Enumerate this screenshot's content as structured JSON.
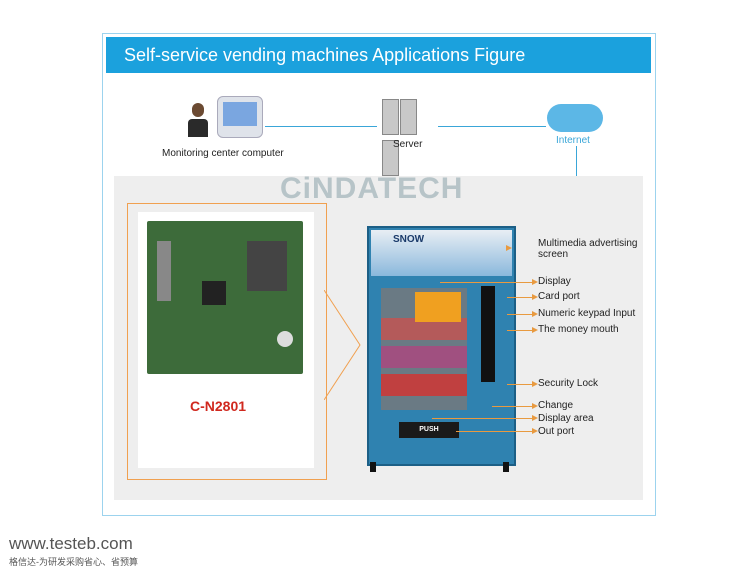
{
  "title": "Self-service vending machines Applications Figure",
  "nodes": {
    "monitor": "Monitoring center computer",
    "server": "Server",
    "internet": "Internet"
  },
  "brand": "CiNDATECH",
  "board_model": "C-N2801",
  "machine": {
    "ad_brand": "SNOW",
    "push": "PUSH"
  },
  "annotations": [
    "Multimedia advertising screen",
    "Display",
    "Card port",
    "Numeric keypad Input",
    "The money mouth",
    "Security Lock",
    "Change",
    "Display area",
    "Out port"
  ],
  "footer": {
    "url": "www.testeb.com",
    "slogan": "格信达-为研发采购省心、省预算"
  }
}
